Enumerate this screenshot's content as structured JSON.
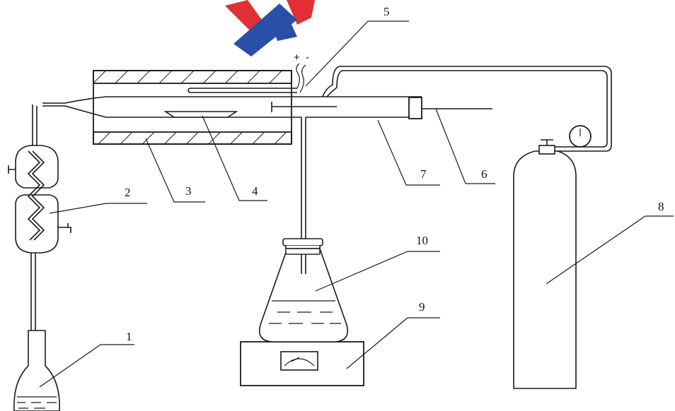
{
  "labels": {
    "l1": "1",
    "l2": "2",
    "l3": "3",
    "l4": "4",
    "l5": "5",
    "l6": "6",
    "l7": "7",
    "l8": "8",
    "l9": "9",
    "l10": "10"
  },
  "polarity": {
    "plus": "+",
    "minus": "-"
  },
  "colors": {
    "line": "#1a1a1a",
    "logo_red": "#e03034",
    "logo_blue": "#2a4fa8"
  }
}
